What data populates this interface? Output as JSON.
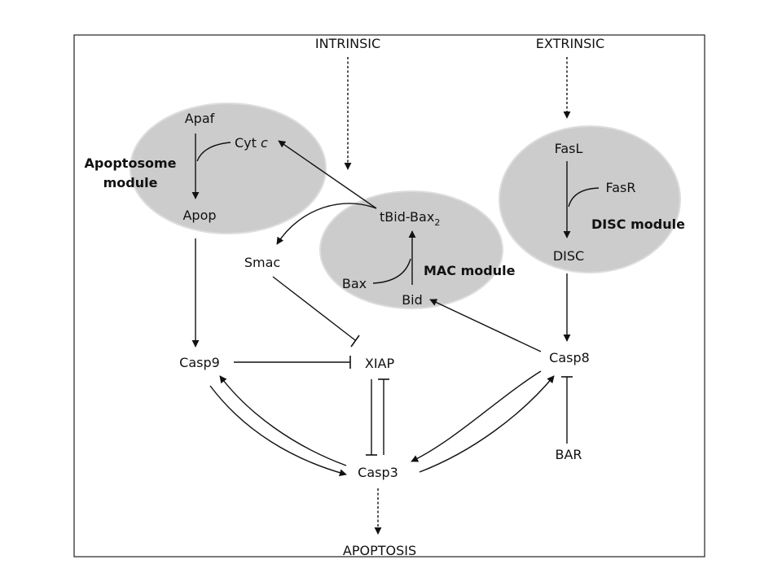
{
  "inputs": {
    "intrinsic": "INTRINSIC",
    "extrinsic": "EXTRINSIC"
  },
  "output": {
    "apoptosis": "APOPTOSIS"
  },
  "modules": {
    "apoptosome": {
      "line1": "Apoptosome",
      "line2": "module"
    },
    "mac": {
      "label": "MAC module"
    },
    "disc": {
      "label": "DISC module"
    }
  },
  "nodes": {
    "apaf": "Apaf",
    "cytc_prefix": "Cyt ",
    "cytc_italic": "c",
    "apop": "Apop",
    "tbid_bax": "tBid-Bax",
    "tbid_bax_sub": "2",
    "smac": "Smac",
    "bax": "Bax",
    "bid": "Bid",
    "fasl": "FasL",
    "fasr": "FasR",
    "disc": "DISC",
    "casp9": "Casp9",
    "xiap": "XIAP",
    "casp8": "Casp8",
    "casp3": "Casp3",
    "bar": "BAR"
  },
  "colors": {
    "module_fill": "#cccccc",
    "line": "#111111"
  }
}
